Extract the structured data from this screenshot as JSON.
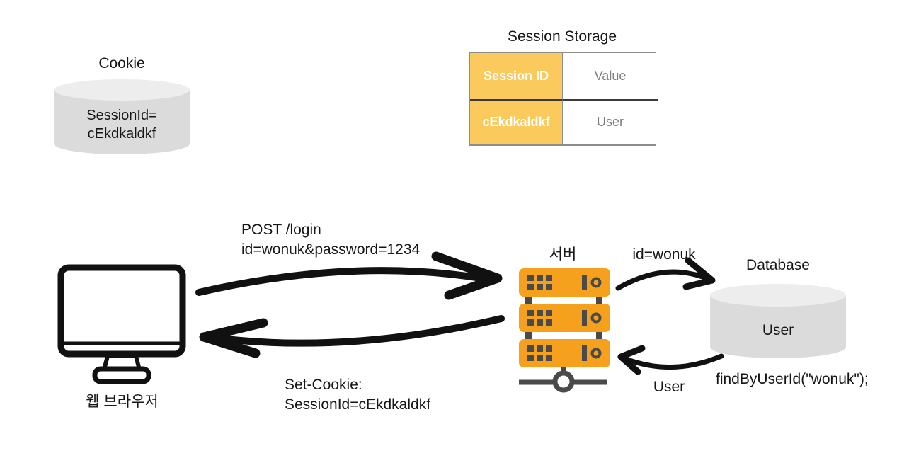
{
  "colors": {
    "accent-orange": "#F5A11E",
    "highlight-yellow": "#FBCA5D",
    "cylinder-top": "#EDEDED",
    "cylinder-body": "#DBDBDB",
    "detail-gray": "#4A4A4A",
    "muted-text": "#7F7F7F",
    "ink": "#161616",
    "table-border": "#8C8C8C"
  },
  "cookie": {
    "title": "Cookie",
    "value_line1": "SessionId=",
    "value_line2": "cEkdkaldkf"
  },
  "session_storage": {
    "title": "Session Storage",
    "columns": [
      "Session ID",
      "Value"
    ],
    "rows": [
      [
        "cEkdkaldkf",
        "User"
      ]
    ]
  },
  "browser": {
    "label": "웹 브라우저"
  },
  "server": {
    "label": "서버"
  },
  "database": {
    "label": "Database",
    "table_name": "User",
    "query_label": "findByUserId(\"wonuk\");"
  },
  "flows": {
    "login_request": {
      "line1": "POST /login",
      "line2": "id=wonuk&password=1234"
    },
    "login_response": {
      "line1": "Set-Cookie:",
      "line2": "SessionId=cEkdkaldkf"
    },
    "db_lookup": {
      "label": "id=wonuk"
    },
    "db_result": {
      "label": "User"
    }
  }
}
